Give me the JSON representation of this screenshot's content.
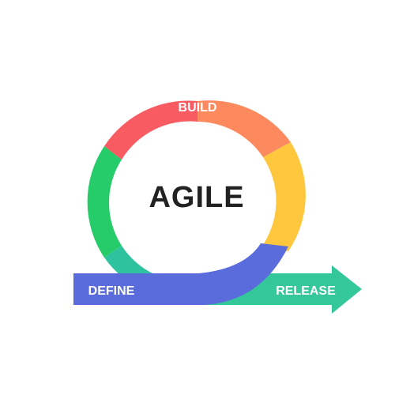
{
  "diagram": {
    "center_label": "AGILE",
    "stages": {
      "build": "BUILD",
      "define": "DEFINE",
      "release": "RELEASE"
    },
    "colors": {
      "red": "#F95B63",
      "orange": "#FD8A5E",
      "yellow": "#FFC73D",
      "green": "#27CC6A",
      "teal": "#2FC29E",
      "blue": "#5A6CDB",
      "arrow": "#33C79A",
      "text_dark": "#222222",
      "label_text": "#FFFFFF"
    }
  }
}
